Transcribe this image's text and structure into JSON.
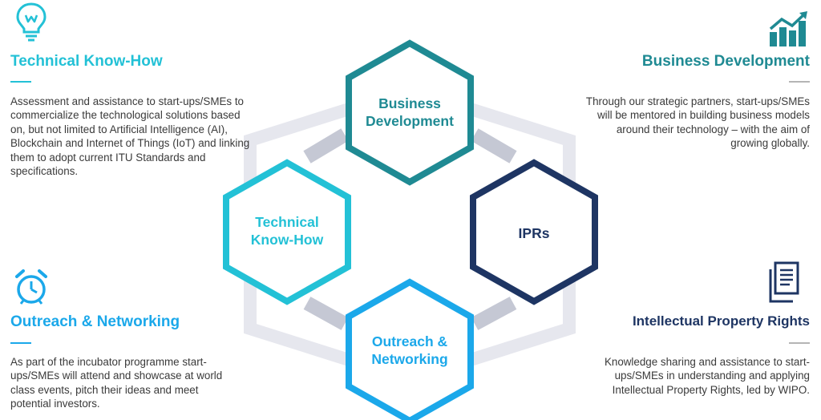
{
  "panels": {
    "technical": {
      "title": "Technical Know-How",
      "body": "Assessment and assistance to start-ups/SMEs to commercialize the technological solutions based on, but not limited to Artificial Intelligence (AI), Blockchain and Internet of Things (IoT) and linking them to adopt current ITU Standards and specifications.",
      "icon": "lightbulb-icon",
      "color": "#23c1d6"
    },
    "business": {
      "title": "Business Development",
      "body": "Through our strategic partners, start-ups/SMEs will be mentored in building business models around their technology – with the aim of growing globally.",
      "icon": "growth-chart-icon",
      "color": "#1f8a93"
    },
    "outreach": {
      "title": "Outreach & Networking",
      "body": "As part of the incubator programme start-ups/SMEs will attend and showcase at world class events, pitch their ideas and meet potential investors.",
      "icon": "alarm-clock-icon",
      "color": "#1ba8ea"
    },
    "ipr": {
      "title": "Intellectual Property Rights",
      "body": "Knowledge sharing and assistance to start-ups/SMEs in understanding and applying Intellectual Property Rights, led by WIPO.",
      "icon": "document-icon",
      "color": "#1e3563"
    }
  },
  "hexagons": {
    "business": {
      "line1": "Business",
      "line2": "Development",
      "color": "#1f8a93"
    },
    "technical": {
      "line1": "Technical",
      "line2": "Know-How",
      "color": "#23c1d6"
    },
    "ipr": {
      "line1": "IPRs",
      "line2": "",
      "color": "#1e3563"
    },
    "outreach": {
      "line1": "Outreach &",
      "line2": "Networking",
      "color": "#1ba8ea"
    }
  }
}
